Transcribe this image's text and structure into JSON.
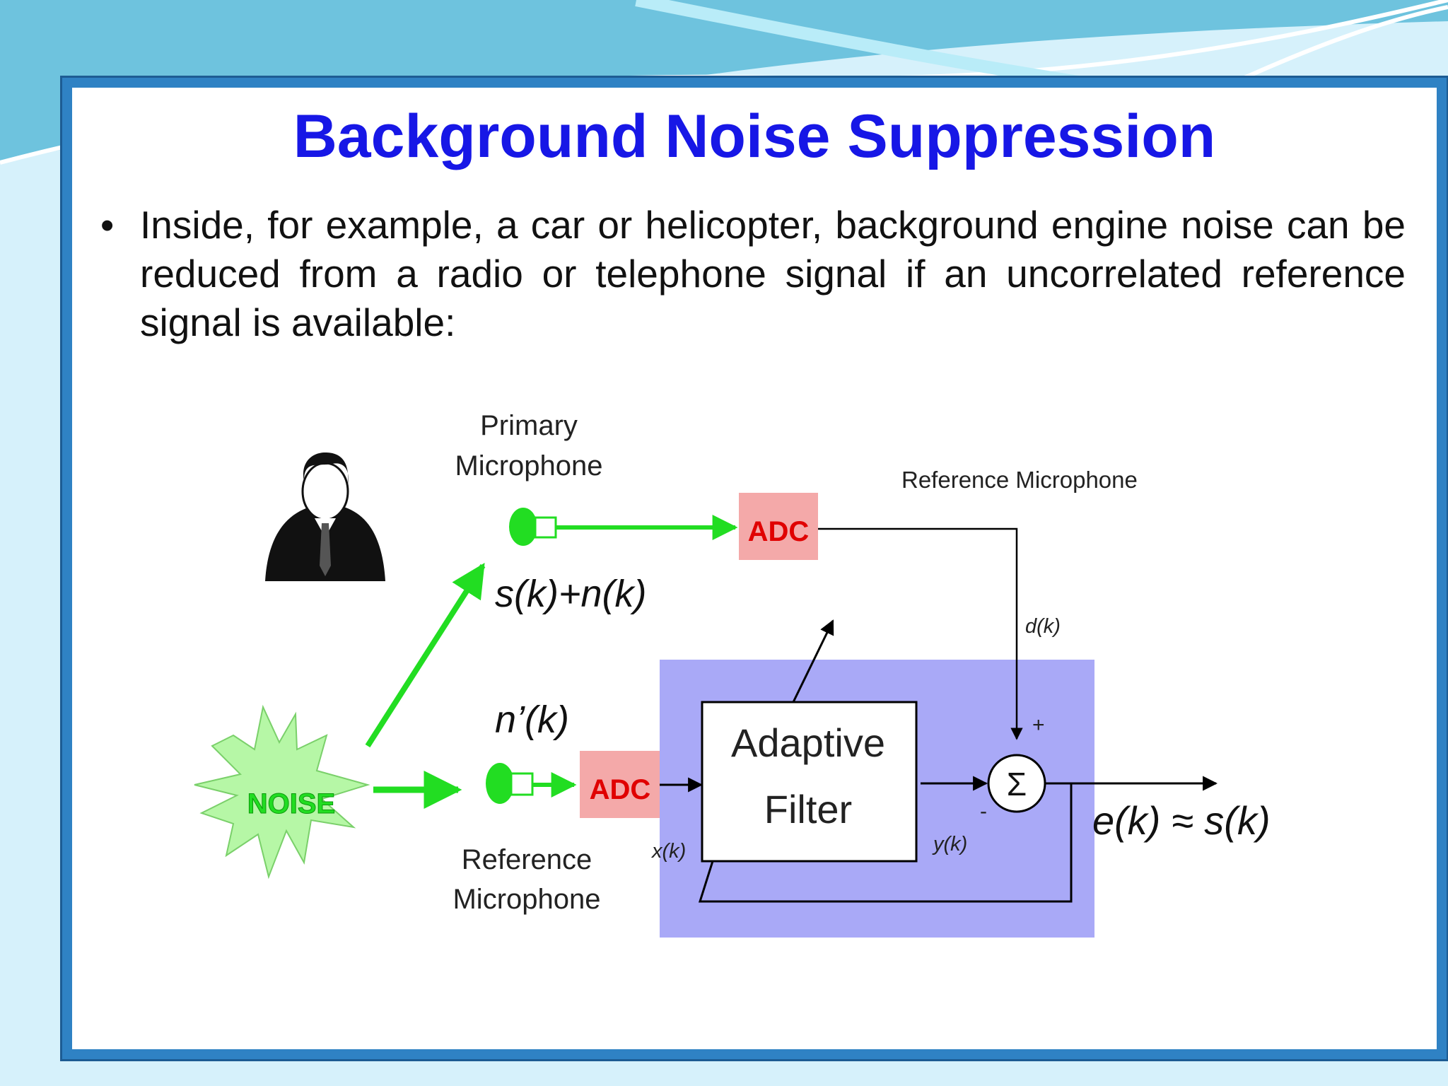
{
  "slide": {
    "title": "Background Noise Suppression",
    "bullet": "Inside, for example, a car or helicopter, background engine noise can be reduced from a radio or telephone signal if an uncorrelated reference signal is available:"
  },
  "diagram": {
    "primary_mic_label": [
      "Primary",
      "Microphone"
    ],
    "reference_mic_label": [
      "Reference",
      "Microphone"
    ],
    "reference_mic_top_label": "Reference Microphone",
    "adc_label": "ADC",
    "noise_label": "NOISE",
    "signal_primary": "s(k)+n(k)",
    "signal_reference": "n’(k)",
    "adaptive_filter_label": [
      "Adaptive",
      "Filter"
    ],
    "sum_symbol": "Σ",
    "d_label": "d(k)",
    "x_label": "x(k)",
    "y_label": "y(k)",
    "plus_sign": "+",
    "minus_sign": "-",
    "output_label": "e(k) ≈ s(k)"
  },
  "colors": {
    "title": "#1717e6",
    "frame": "#2f82c4",
    "green": "#22dd22",
    "adc_fill": "#f4a9a9",
    "adc_text": "#e00000",
    "filter_region": "#a9a9f7",
    "noise_fill": "#b6f7a6"
  }
}
